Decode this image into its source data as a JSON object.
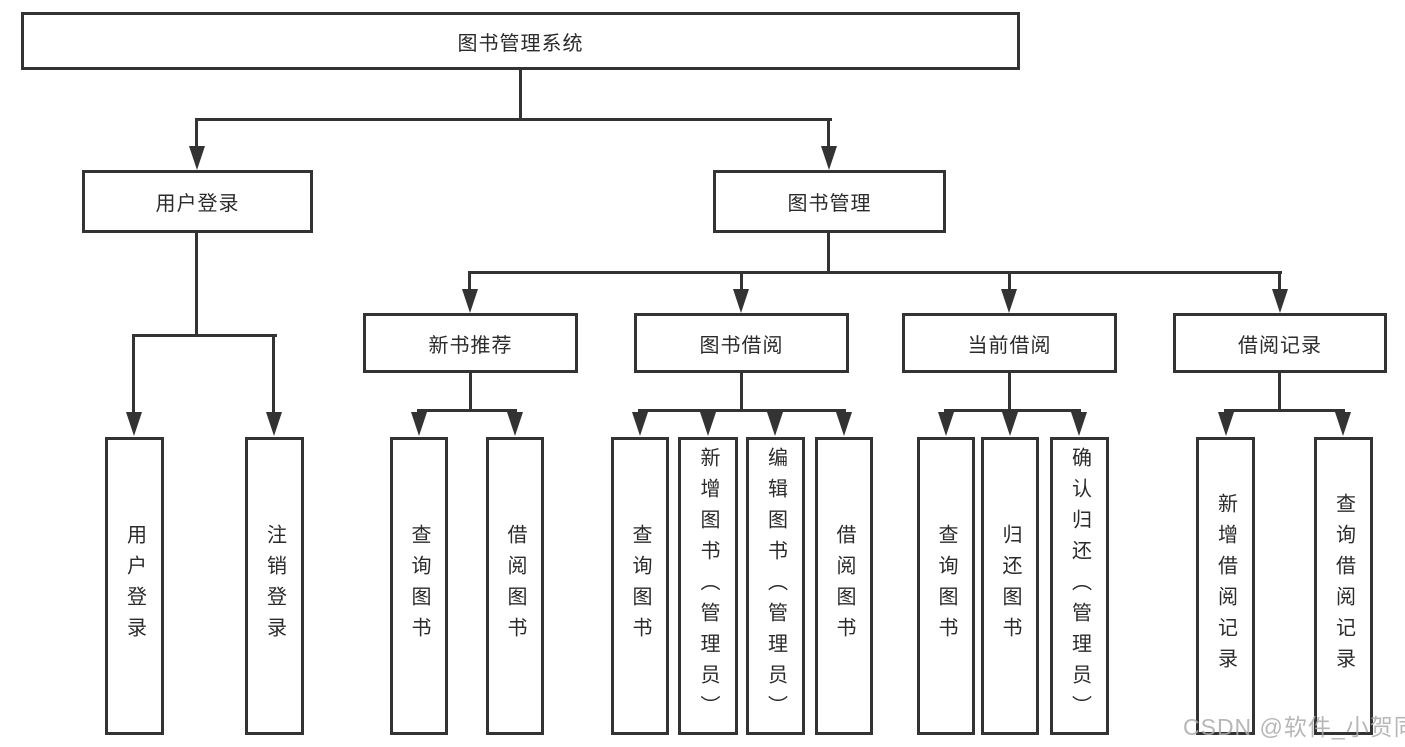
{
  "diagram": {
    "nodes": {
      "root": "图书管理系统",
      "user_login": "用户登录",
      "book_mgmt": "图书管理",
      "new_books": "新书推荐",
      "book_borrow": "图书借阅",
      "current_borrow": "当前借阅",
      "borrow_records": "借阅记录",
      "leaf_user_login": "用户登录",
      "leaf_logout": "注销登录",
      "leaf_query_books_recommend": "查询图书",
      "leaf_borrow_books_recommend": "借阅图书",
      "leaf_query_books_borrow": "查询图书",
      "leaf_add_book_admin": "新增图书（管理员）",
      "leaf_edit_book_admin": "编辑图书（管理员）",
      "leaf_borrow_books_borrow": "借阅图书",
      "leaf_query_books_current": "查询图书",
      "leaf_return_books": "归还图书",
      "leaf_confirm_return_admin": "确认归还（管理员）",
      "leaf_add_borrow_record": "新增借阅记录",
      "leaf_query_borrow_record": "查询借阅记录"
    },
    "colors": {
      "line": "#333333",
      "box_border": "#333333",
      "text": "#2b2b2b",
      "watermark": "#ababab"
    }
  },
  "watermark": "CSDN @软件_小贺同学"
}
